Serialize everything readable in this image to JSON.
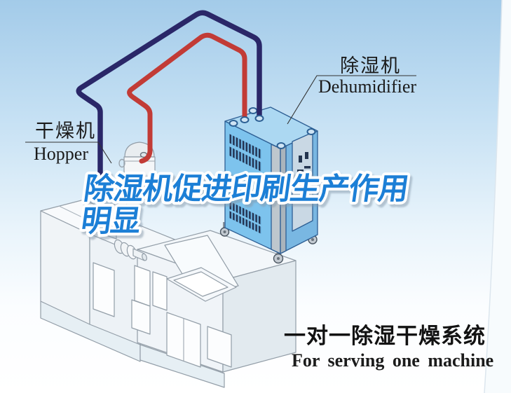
{
  "poster_title": "除湿机促进印刷生产作用明显",
  "background": {
    "sky_top": "#a3cbe9",
    "sky_mid": "#e6f2fa",
    "sky_bottom": "#ffffff"
  },
  "headline": {
    "line1": "除湿机促进印刷生产作用",
    "line2": "明显",
    "color": "#1e7fd6",
    "outline": "#ffffff"
  },
  "labels": {
    "hopper": {
      "zh": "干燥机",
      "en": "Hopper"
    },
    "dehumidifier": {
      "zh": "除湿机",
      "en": "Dehumidifier"
    }
  },
  "caption": {
    "zh": "一对一除湿干燥系统",
    "en": "For serving one machine"
  },
  "pipes": {
    "supply": {
      "name": "supply-air-pipe",
      "color": "#c23b36"
    },
    "return": {
      "name": "return-air-pipe",
      "color": "#2a2768"
    }
  },
  "equipment": {
    "dehumidifier_body": "#7dc3ed",
    "dehumidifier_top": "#acd8f2",
    "dehumidifier_side": "#79b7e2",
    "vent_slat": "#22304e",
    "machine_outline": "#939ea8"
  }
}
